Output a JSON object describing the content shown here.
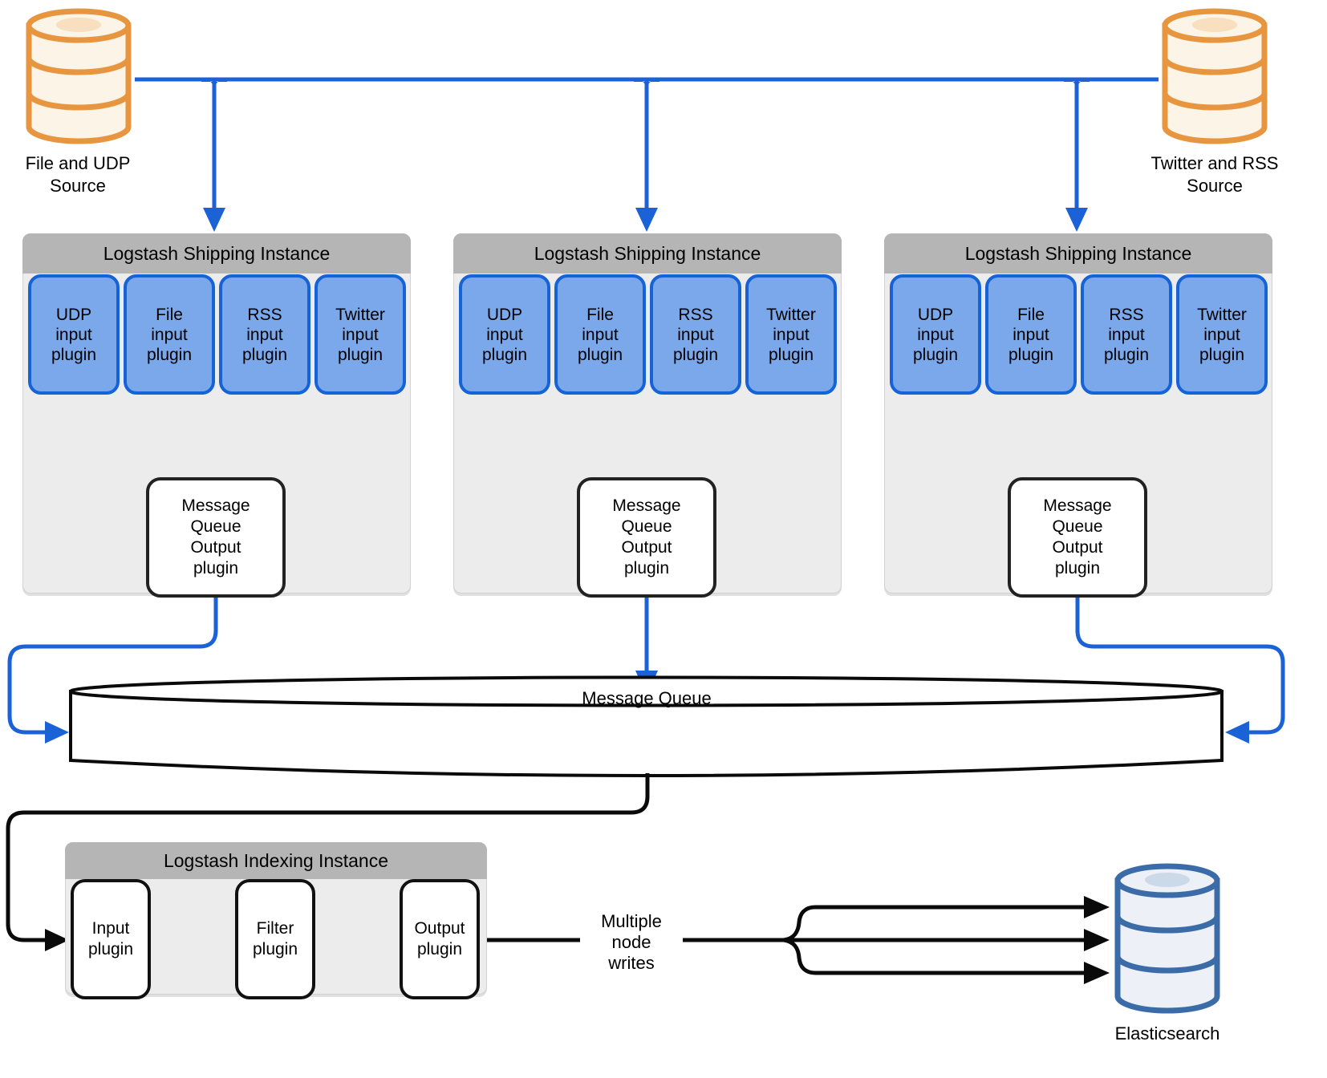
{
  "sources": {
    "file_udp": {
      "label": "File and UDP\nSource"
    },
    "twitter_rss": {
      "label": "Twitter and RSS\nSource"
    }
  },
  "shipping_instances": [
    {
      "title": "Logstash Shipping Instance",
      "plugins": [
        "UDP\ninput\nplugin",
        "File\ninput\nplugin",
        "RSS\ninput\nplugin",
        "Twitter\ninput\nplugin"
      ],
      "output_plugin": "Message\nQueue\nOutput\nplugin"
    },
    {
      "title": "Logstash Shipping Instance",
      "plugins": [
        "UDP\ninput\nplugin",
        "File\ninput\nplugin",
        "RSS\ninput\nplugin",
        "Twitter\ninput\nplugin"
      ],
      "output_plugin": "Message\nQueue\nOutput\nplugin"
    },
    {
      "title": "Logstash Shipping Instance",
      "plugins": [
        "UDP\ninput\nplugin",
        "File\ninput\nplugin",
        "RSS\ninput\nplugin",
        "Twitter\ninput\nplugin"
      ],
      "output_plugin": "Message\nQueue\nOutput\nplugin"
    }
  ],
  "message_queue": {
    "label": "Message Queue"
  },
  "indexing_instance": {
    "title": "Logstash Indexing Instance",
    "plugins": [
      "Input\nplugin",
      "Filter\nplugin",
      "Output\nplugin"
    ]
  },
  "flow_labels": {
    "multiple_node_writes": "Multiple\nnode\nwrites"
  },
  "elasticsearch": {
    "label": "Elasticsearch"
  },
  "colors": {
    "connector_blue": "#1b62d6",
    "plugin_fill": "#7aa8ea",
    "plugin_border": "#1563d6",
    "header_grey": "#b5b5b5",
    "container_grey": "#ececec",
    "source_orange": "#e8953f",
    "source_fill": "#fcf4e6",
    "elasticsearch_blue": "#3c6ca8",
    "elasticsearch_fill": "#edf1f7",
    "line_black": "#0a0a0a"
  }
}
